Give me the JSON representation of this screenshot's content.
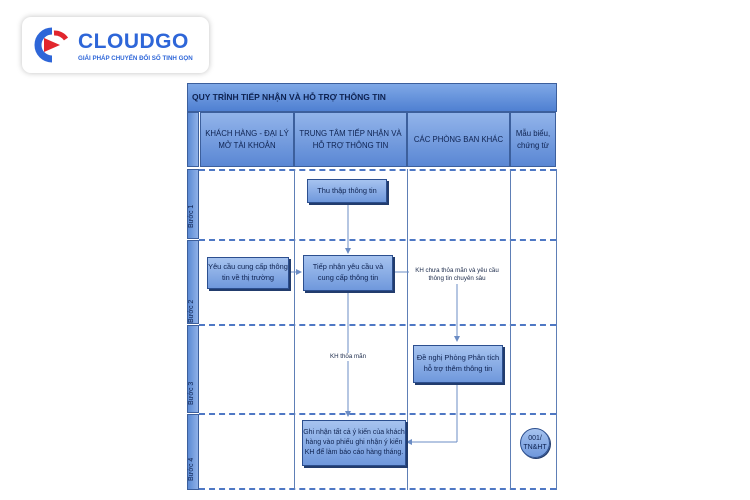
{
  "logo": {
    "brand": "CLOUDGO",
    "tagline": "GIẢI PHÁP CHUYỂN ĐỔI SỐ TINH GỌN",
    "colors": {
      "blue": "#2e66d8",
      "red": "#e1262d"
    }
  },
  "diagram": {
    "title": "QUY TRÌNH TIẾP NHẬN VÀ HỖ TRỢ THÔNG TIN",
    "columns": [
      "KHÁCH HÀNG - ĐẠI LÝ MỞ TÀI KHOẢN",
      "TRUNG TÂM TIẾP NHẬN VÀ HỖ TRỢ THÔNG TIN",
      "CÁC PHÒNG BAN KHÁC",
      "Mẫu biểu, chứng từ"
    ],
    "steps": [
      "Bước 1",
      "Bước 2",
      "Bước 3",
      "Bước 4"
    ],
    "nodes": {
      "collect": "Thu thập thông tin",
      "request": "Yêu cầu cung cấp thông tin về thị trường",
      "receive": "Tiếp nhận yêu cầu và cung cấp thông tin",
      "propose": "Đề nghị Phòng Phân tích hỗ trợ thêm thông tin",
      "record": "Ghi nhận tất cả ý kiến của khách hàng vào phiếu ghi nhận ý kiến KH để làm báo cáo hàng tháng.",
      "form": "001/ TN&HT"
    },
    "labels": {
      "unsatisfied": "KH chưa thỏa mãn và yêu cầu thông tin chuyên sâu",
      "satisfied": "KH thỏa mãn"
    },
    "colors": {
      "fill": "#8fb1e8",
      "border": "#2c4f8f",
      "text": "#0e2250"
    }
  }
}
